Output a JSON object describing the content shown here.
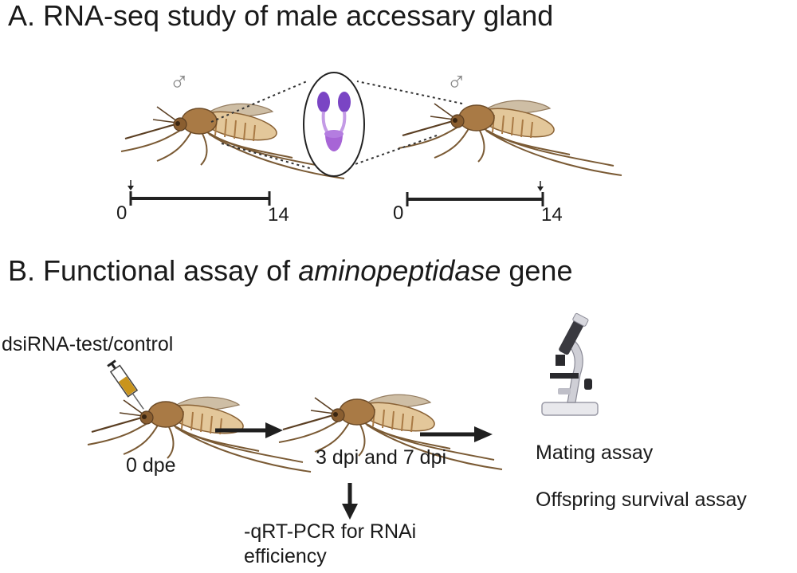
{
  "section_a": {
    "heading": "A. RNA-seq study of male accessary gland",
    "male_symbol_left": "♂",
    "male_symbol_right": "♂",
    "timeline_left": {
      "start": "0",
      "end": "14"
    },
    "timeline_right": {
      "start": "0",
      "end": "14"
    }
  },
  "section_b": {
    "heading_prefix": "B. Functional assay of ",
    "heading_gene": "aminopeptidase",
    "heading_suffix": " gene",
    "injection_label": "dsiRNA-test/control",
    "stage1_label": "0 dpe",
    "stage2_label": "3 dpi and 7 dpi",
    "qpcr_line1": "-qRT-PCR for RNAi",
    "qpcr_line2": "efficiency",
    "assay1": "Mating assay",
    "assay2": "Offspring survival assay"
  },
  "colors": {
    "mosquito_body": "#a97a45",
    "mosquito_abdomen": "#e3c79a",
    "gland": "#a765d6",
    "gland_dark": "#7a45c4",
    "arrow": "#1f1f1f",
    "male_symbol": "#8a8a8a"
  }
}
